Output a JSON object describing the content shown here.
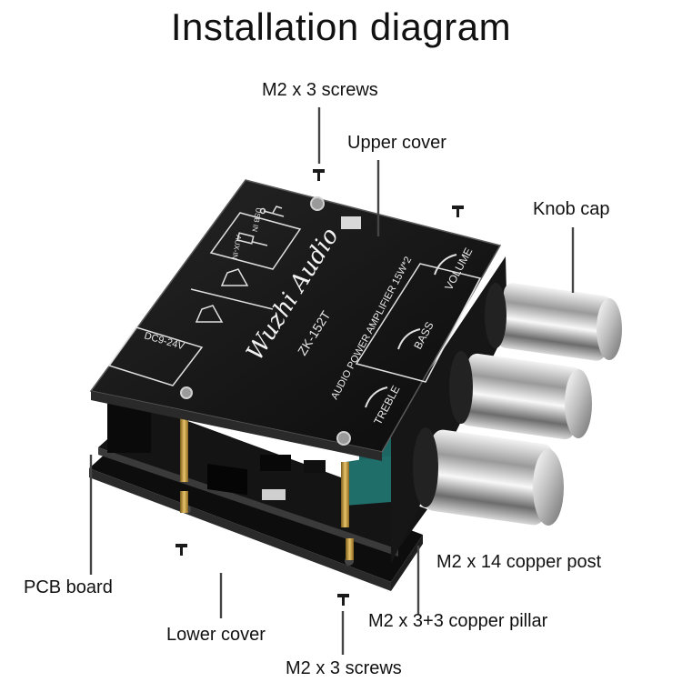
{
  "title": "Installation diagram",
  "callouts": {
    "screws_top": "M2 x 3 screws",
    "upper_cover": "Upper cover",
    "knob_cap": "Knob cap",
    "copper_post": "M2 x 14 copper post",
    "pcb_board": "PCB board",
    "copper_pillar": "M2 x 3+3 copper pillar",
    "lower_cover": "Lower cover",
    "screws_bottom": "M2 x 3 screws"
  },
  "board_print": {
    "brand": "Wuzhi Audio",
    "model": "ZK-152T",
    "subtitle": "AUDIO POWER AMPLIFIER 15W*2",
    "treble": "TREBLE",
    "bass": "BASS",
    "volume": "VOLUME",
    "power": "DC9-24V",
    "usb_in": "USB IN",
    "aux_in": "AUX-IN"
  }
}
